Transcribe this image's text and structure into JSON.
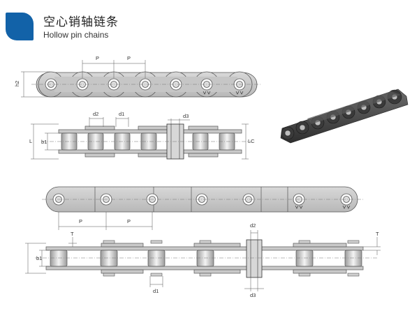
{
  "header": {
    "title_cn": "空心销轴链条",
    "title_en": "Hollow pin chains",
    "badge_color": "#1262a8"
  },
  "labels": {
    "pitch": "P",
    "height": "h2",
    "d1": "d1",
    "d2": "d2",
    "d3": "d3",
    "b1": "b1",
    "L": "L",
    "LC": "LC",
    "T": "T"
  },
  "colors": {
    "plate": "#c9c9c9",
    "plate_stroke": "#555555",
    "roller": "#e2e2e2",
    "dim_line": "#555555",
    "photo_chain": "#4a4a4a"
  }
}
